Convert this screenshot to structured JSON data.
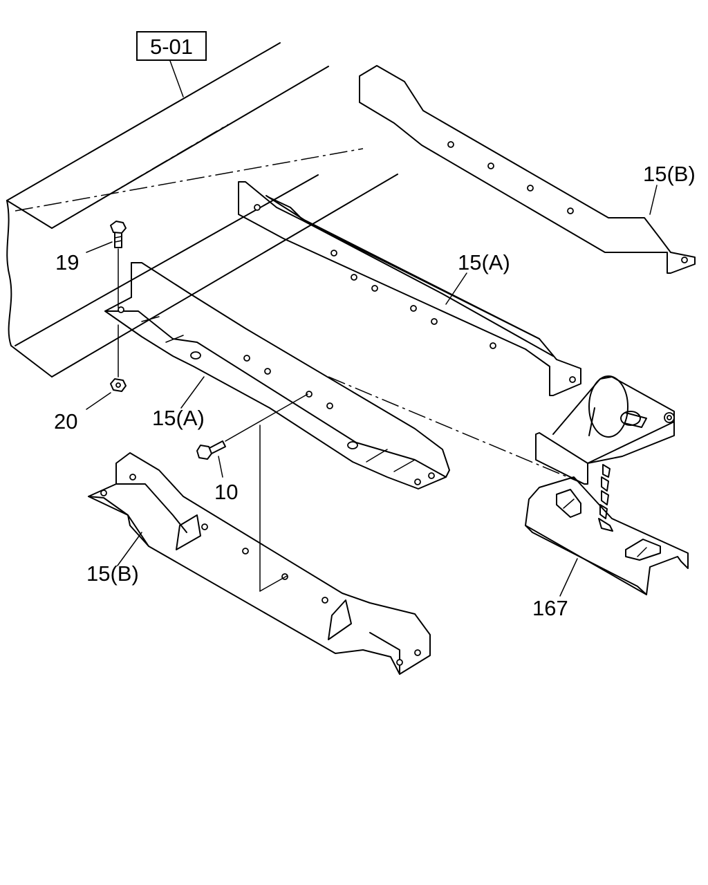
{
  "reference_box": {
    "text": "5-01"
  },
  "callouts": {
    "c19": "19",
    "c20": "20",
    "c10": "10",
    "c15a_upper": "15(A)",
    "c15a_lower": "15(A)",
    "c15b_upper": "15(B)",
    "c15b_lower": "15(B)",
    "c167": "167"
  }
}
